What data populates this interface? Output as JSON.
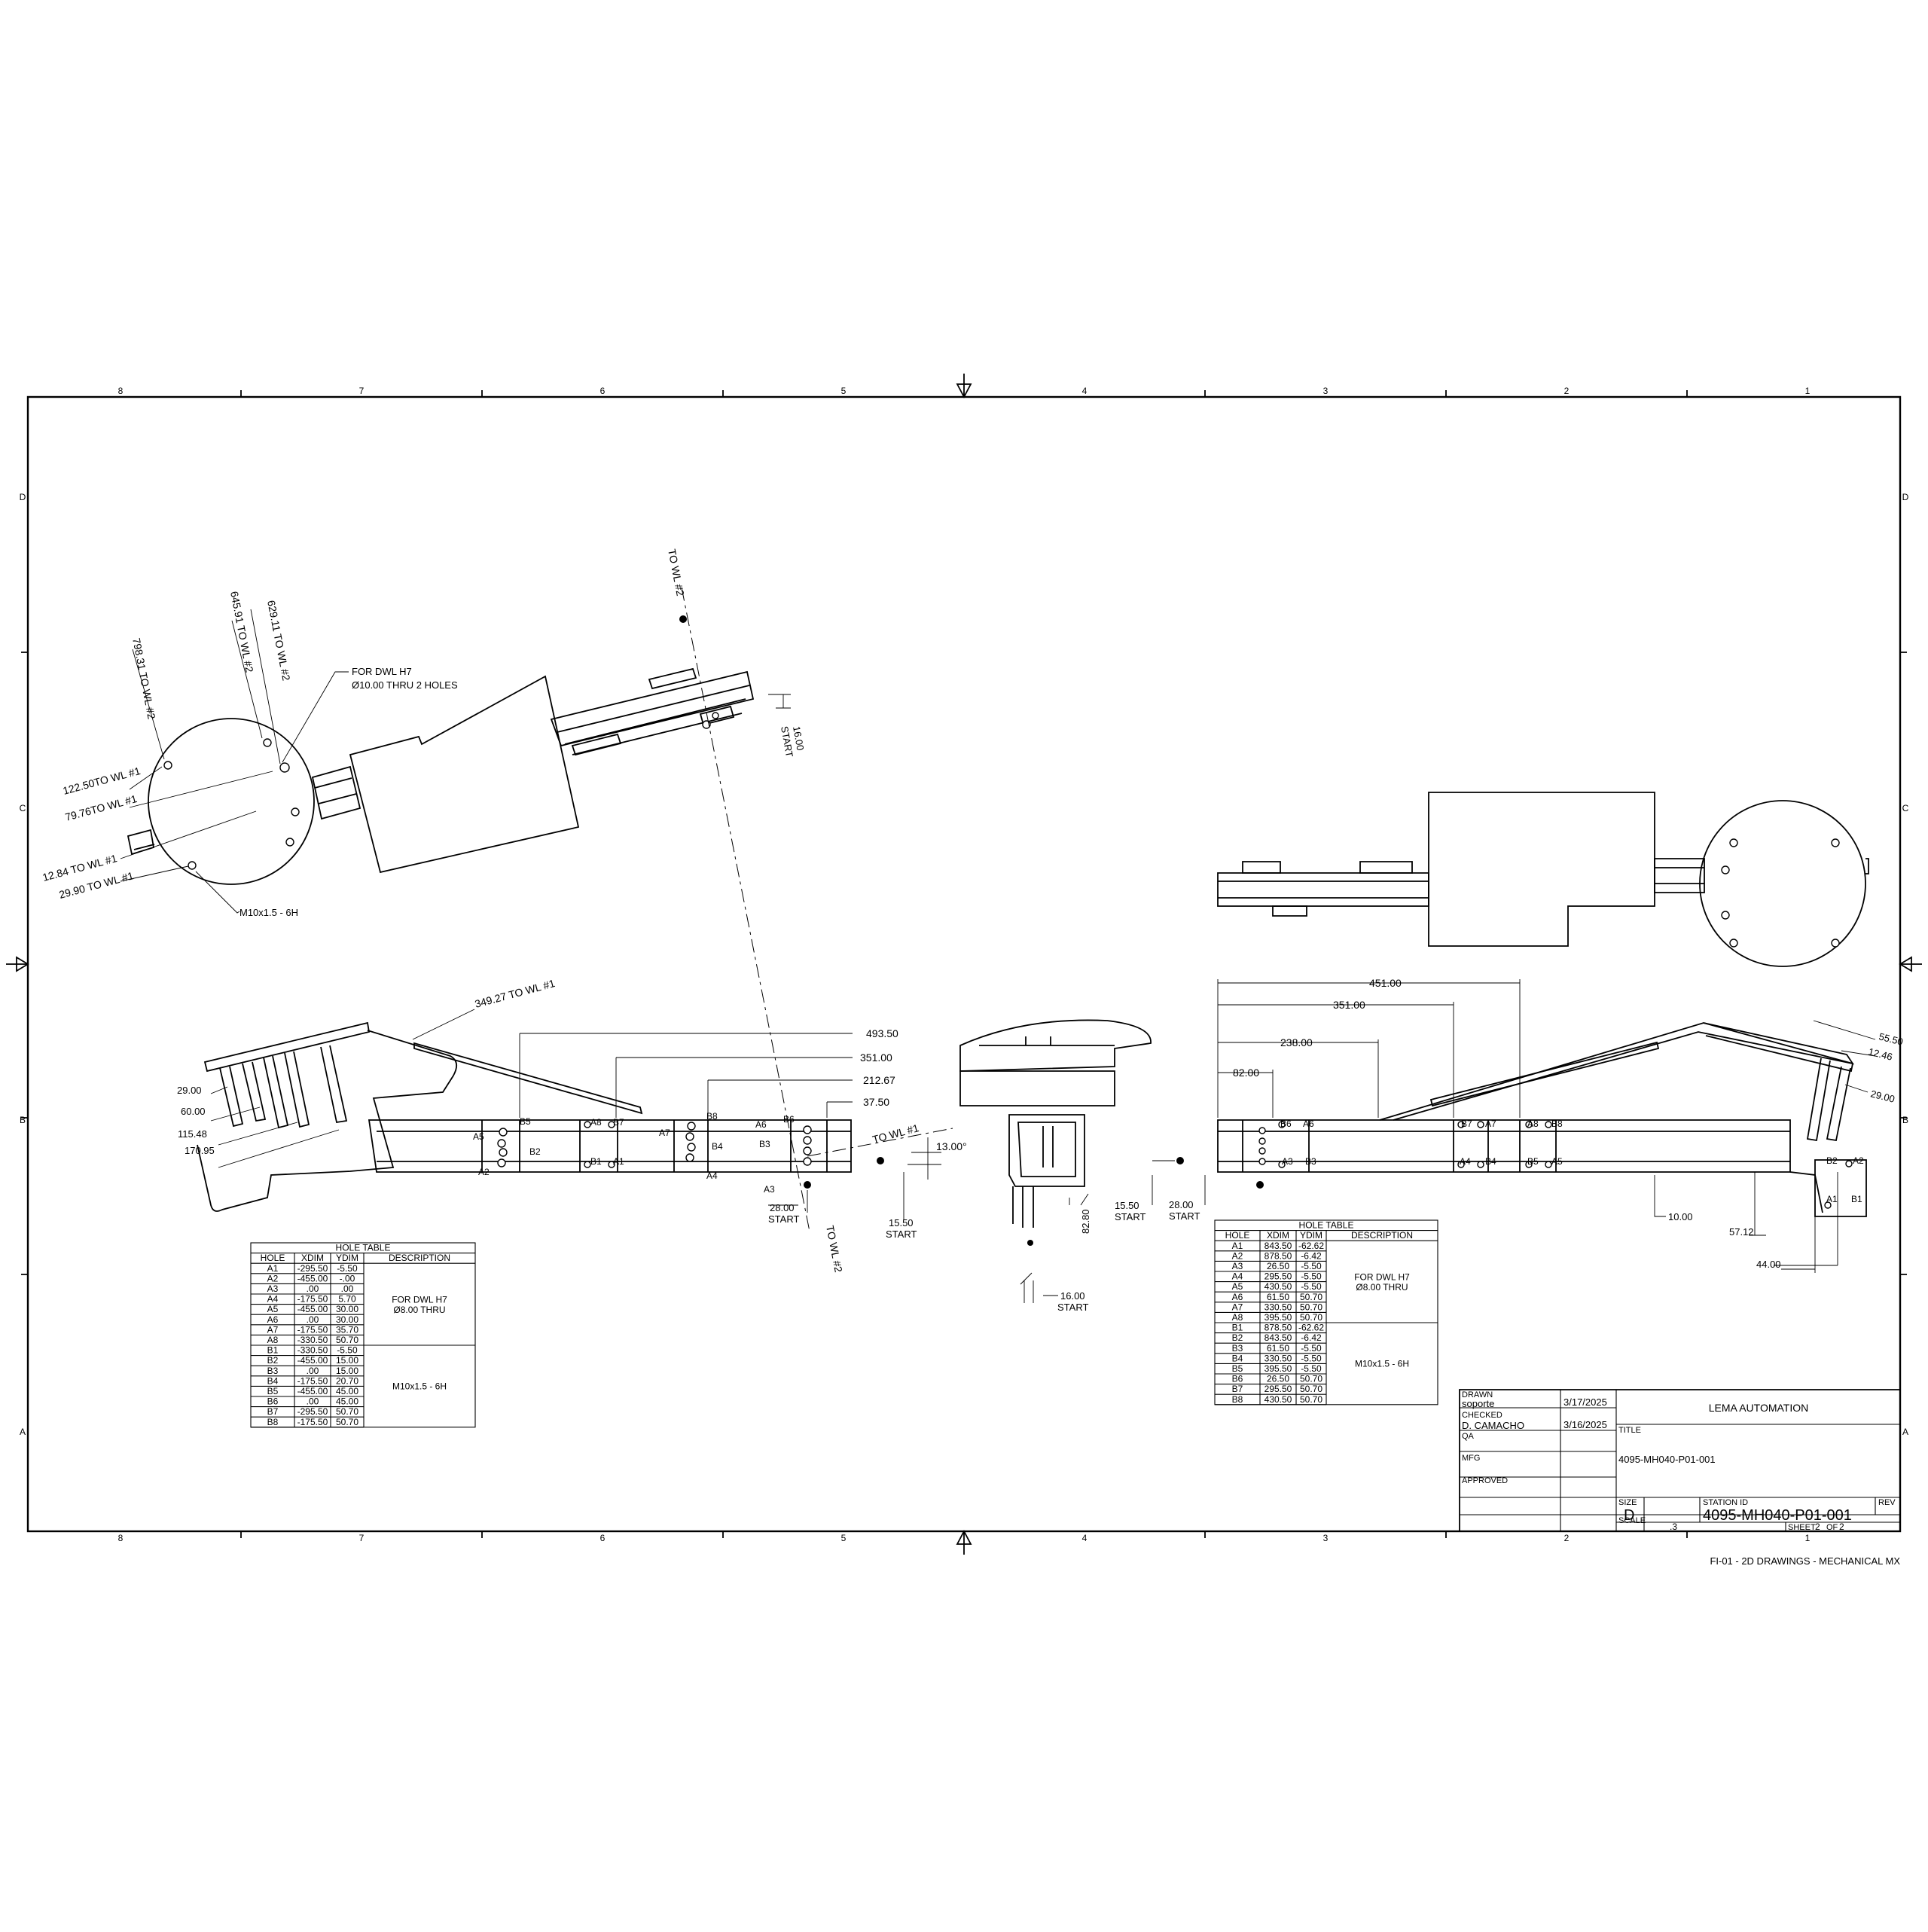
{
  "frame": {
    "col_labels": [
      "8",
      "7",
      "6",
      "5",
      "4",
      "3",
      "2",
      "1"
    ],
    "row_labels": [
      "D",
      "C",
      "B",
      "A"
    ]
  },
  "top_left_view": {
    "dims": [
      "798.31 TO WL #2",
      "645.91 TO WL #2",
      "629.11 TO WL #2",
      "122.50TO WL #1",
      "79.76TO WL #1",
      "12.84 TO WL #1",
      "29.90 TO WL #1"
    ],
    "note_dwl": [
      "FOR DWL H7",
      "Ø10.00 THRU 2 HOLES"
    ],
    "thread_note": "M10x1.5 - 6H",
    "to_wl2": "TO WL #2",
    "start_dim": "16.00",
    "start_label": "START"
  },
  "front_left_view": {
    "dims": {
      "d349": "349.27 TO WL #1",
      "d493": "493.50",
      "d351": "351.00",
      "d212": "212.67",
      "d37": "37.50",
      "d29": "29.00",
      "d60": "60.00",
      "d115": "115.48",
      "d170": "170.95",
      "d13": "13.00°",
      "d28": "28.00",
      "d15": "15.50",
      "start": "START",
      "to_wl1": "TO WL #1",
      "to_wl2": "TO WL #2"
    },
    "hole_labels": [
      "B5",
      "A5",
      "B2",
      "A2",
      "A8",
      "B7",
      "B1",
      "A1",
      "B8",
      "A7",
      "B4",
      "A4",
      "A6",
      "B6",
      "B3",
      "A3"
    ]
  },
  "end_view": {
    "dims": [
      "82.80",
      "16.00",
      "START"
    ]
  },
  "front_right_view": {
    "dims": {
      "d451": "451.00",
      "d351": "351.00",
      "d238": "238.00",
      "d82": "82.00",
      "d15": "15.50",
      "d28": "28.00",
      "start": "START",
      "d10": "10.00",
      "d57": "57.12",
      "d44": "44.00",
      "d55": "55.50",
      "d12": "12.46",
      "d29": "29.00"
    },
    "hole_labels": [
      "B6",
      "A6",
      "A3",
      "B3",
      "B7",
      "A7",
      "A4",
      "B4",
      "A8",
      "B8",
      "B5",
      "A5",
      "B2",
      "A2",
      "A1",
      "B1"
    ]
  },
  "hole_table_left": {
    "title": "HOLE TABLE",
    "headers": [
      "HOLE",
      "XDIM",
      "YDIM",
      "DESCRIPTION"
    ],
    "rows": [
      [
        "A1",
        "-295.50",
        "-5.50"
      ],
      [
        "A2",
        "-455.00",
        "-.00"
      ],
      [
        "A3",
        ".00",
        ".00"
      ],
      [
        "A4",
        "-175.50",
        "5.70"
      ],
      [
        "A5",
        "-455.00",
        "30.00"
      ],
      [
        "A6",
        ".00",
        "30.00"
      ],
      [
        "A7",
        "-175.50",
        "35.70"
      ],
      [
        "A8",
        "-330.50",
        "50.70"
      ],
      [
        "B1",
        "-330.50",
        "-5.50"
      ],
      [
        "B2",
        "-455.00",
        "15.00"
      ],
      [
        "B3",
        ".00",
        "15.00"
      ],
      [
        "B4",
        "-175.50",
        "20.70"
      ],
      [
        "B5",
        "-455.00",
        "45.00"
      ],
      [
        "B6",
        ".00",
        "45.00"
      ],
      [
        "B7",
        "-295.50",
        "50.70"
      ],
      [
        "B8",
        "-175.50",
        "50.70"
      ]
    ],
    "desc_a": [
      "FOR DWL H7",
      "Ø8.00 THRU"
    ],
    "desc_b": "M10x1.5 - 6H"
  },
  "hole_table_right": {
    "title": "HOLE TABLE",
    "headers": [
      "HOLE",
      "XDIM",
      "YDIM",
      "DESCRIPTION"
    ],
    "rows": [
      [
        "A1",
        "843.50",
        "-62.62"
      ],
      [
        "A2",
        "878.50",
        "-6.42"
      ],
      [
        "A3",
        "26.50",
        "-5.50"
      ],
      [
        "A4",
        "295.50",
        "-5.50"
      ],
      [
        "A5",
        "430.50",
        "-5.50"
      ],
      [
        "A6",
        "61.50",
        "50.70"
      ],
      [
        "A7",
        "330.50",
        "50.70"
      ],
      [
        "A8",
        "395.50",
        "50.70"
      ],
      [
        "B1",
        "878.50",
        "-62.62"
      ],
      [
        "B2",
        "843.50",
        "-6.42"
      ],
      [
        "B3",
        "61.50",
        "-5.50"
      ],
      [
        "B4",
        "330.50",
        "-5.50"
      ],
      [
        "B5",
        "395.50",
        "-5.50"
      ],
      [
        "B6",
        "26.50",
        "50.70"
      ],
      [
        "B7",
        "295.50",
        "50.70"
      ],
      [
        "B8",
        "430.50",
        "50.70"
      ]
    ],
    "desc_a": [
      "FOR DWL H7",
      "Ø8.00 THRU"
    ],
    "desc_b": "M10x1.5 - 6H"
  },
  "title_block": {
    "drawn_label": "DRAWN",
    "drawn_by": "soporte",
    "drawn_date": "3/17/2025",
    "checked_label": "CHECKED",
    "checked_by": "D. CAMACHO",
    "checked_date": "3/16/2025",
    "qa_label": "QA",
    "mfg_label": "MFG",
    "approved_label": "APPROVED",
    "company": "LEMA AUTOMATION",
    "title_label": "TITLE",
    "title": "4095-MH040-P01-001",
    "size_label": "SIZE",
    "size": "D",
    "station_label": "STATION ID",
    "station_id": "4095-MH040-P01-001",
    "rev_label": "REV",
    "scale_label": "SCALE",
    "scale": ".3",
    "sheet_label": "SHEET",
    "sheet_num": "2",
    "sheet_of": "OF",
    "sheet_total": "2"
  },
  "footer": "FI-01 - 2D DRAWINGS - MECHANICAL MX"
}
